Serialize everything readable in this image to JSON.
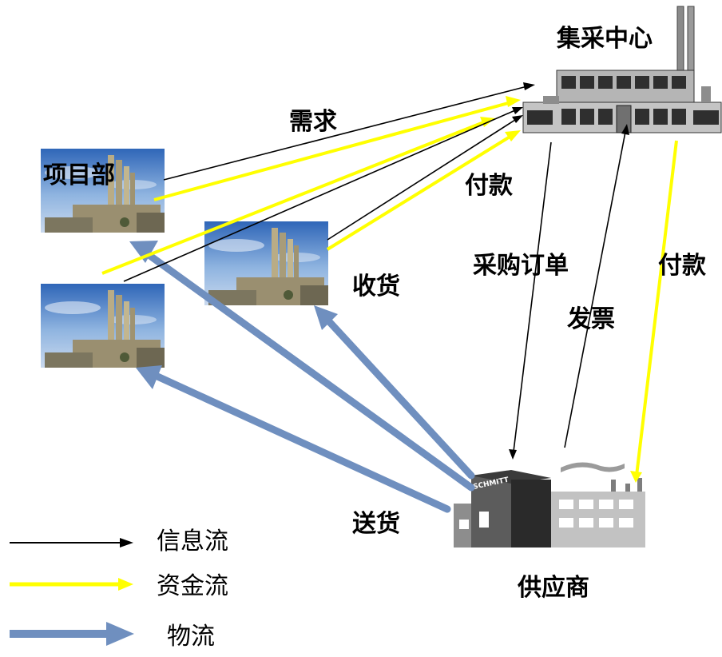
{
  "labels": {
    "center": "集采中心",
    "project": "项目部",
    "supplier": "供应商",
    "demand": "需求",
    "payment_top": "付款",
    "receive": "收货",
    "purchase_order": "采购订单",
    "invoice": "发票",
    "payment_right": "付款",
    "delivery": "送货"
  },
  "legend": [
    {
      "label": "信息流",
      "color": "#000000"
    },
    {
      "label": "资金流",
      "color": "#ffff00"
    },
    {
      "label": "物流",
      "color": "#6f8fbf"
    }
  ],
  "supplier_sign": "SCHMITT",
  "colors": {
    "info": "#000000",
    "money": "#ffff00",
    "goods": "#6f8fbf"
  }
}
